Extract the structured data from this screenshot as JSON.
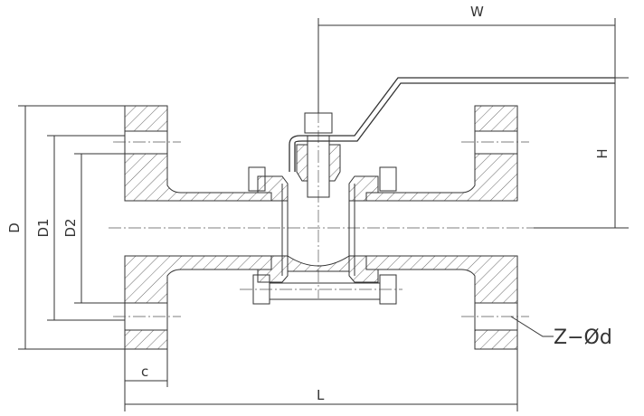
{
  "title": "Flanged ball valve dimension drawing",
  "labels": {
    "W": "W",
    "H": "H",
    "D": "D",
    "D1": "D1",
    "D2": "D2",
    "Z": "Z−Ød",
    "c": "c",
    "L": "L"
  }
}
